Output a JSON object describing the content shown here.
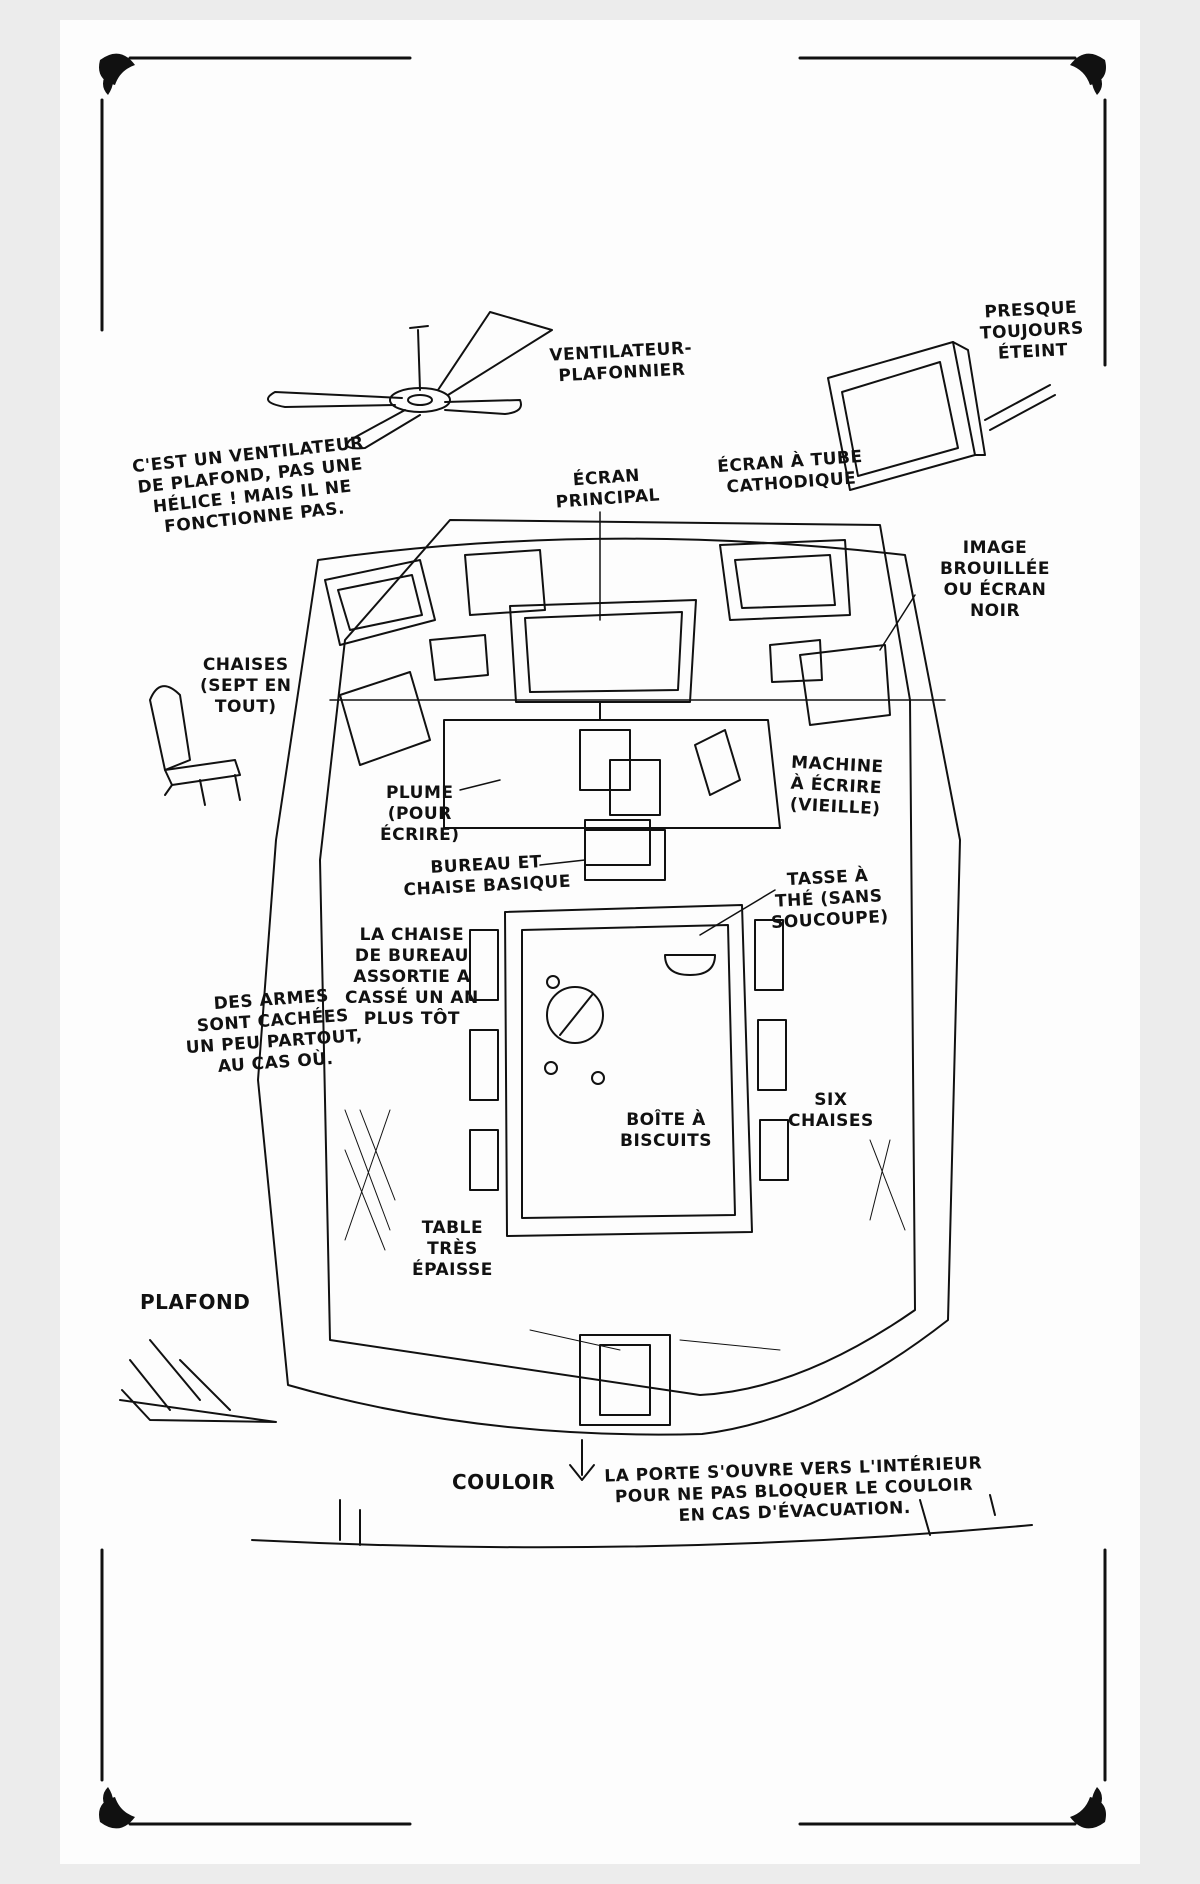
{
  "labels": {
    "fan": "VENTILATEUR-\nPLAFONNIER",
    "fan_note": "C'EST UN VENTILATEUR\nDE PLAFOND, PAS UNE\nHÉLICE ! MAIS IL NE\nFONCTIONNE PAS.",
    "main_screen": "ÉCRAN\nPRINCIPAL",
    "crt_screen": "ÉCRAN À TUBE\nCATHODIQUE",
    "crt_note": "PRESQUE\nTOUJOURS\nÉTEINT",
    "blurred": "IMAGE\nBROUILLÉE\nOU ÉCRAN\nNOIR",
    "chairs": "CHAISES\n(SEPT EN\nTOUT)",
    "typewriter": "MACHINE\nÀ ÉCRIRE\n(VIEILLE)",
    "pen": "PLUME\n(POUR\nÉCRIRE)",
    "desk": "BUREAU ET\nCHAISE BASIQUE",
    "teacup": "TASSE À\nTHÉ (SANS\nSOUCOUPE)",
    "office_chair": "LA CHAISE\nDE BUREAU\nASSORTIE A\nCASSÉ UN AN\nPLUS TÔT",
    "weapons": "DES ARMES\nSONT CACHÉES\nUN PEU PARTOUT,\nAU CAS OÙ.",
    "six_chairs": "SIX\nCHAISES",
    "biscuits": "BOÎTE À\nBISCUITS",
    "table": "TABLE\nTRÈS\nÉPAISSE",
    "ceiling": "PLAFOND",
    "corridor": "COULOIR",
    "door": "LA PORTE S'OUVRE VERS L'INTÉRIEUR\nPOUR NE PAS BLOQUER LE COULOIR\nEN CAS D'ÉVACUATION."
  },
  "colors": {
    "ink": "#111111",
    "paper": "#fdfdfd",
    "background": "#ececec"
  }
}
